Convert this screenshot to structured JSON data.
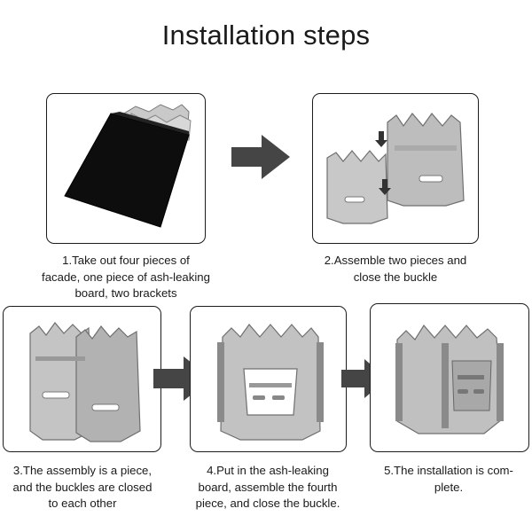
{
  "title": "Installation steps",
  "steps": [
    {
      "number": "1",
      "caption_lines": [
        "1.Take out four pieces of",
        "facade, one piece of ash-leaking",
        "board, two brackets"
      ]
    },
    {
      "number": "2",
      "caption_lines": [
        "2.Assemble two pieces and",
        "close the buckle"
      ]
    },
    {
      "number": "3",
      "caption_lines": [
        "3.The assembly is a piece,",
        "and the buckles are closed",
        "to each other"
      ]
    },
    {
      "number": "4",
      "caption_lines": [
        "4.Put in the ash-leaking",
        "board, assemble the fourth",
        "piece, and close the buckle."
      ]
    },
    {
      "number": "5",
      "caption_lines": [
        "5.The installation is com-",
        "plete."
      ]
    }
  ],
  "colors": {
    "arrow": "#454545",
    "metal": "#bdbdbd",
    "metal_dark": "#6f6f6f",
    "bag": "#0d0d0d"
  }
}
